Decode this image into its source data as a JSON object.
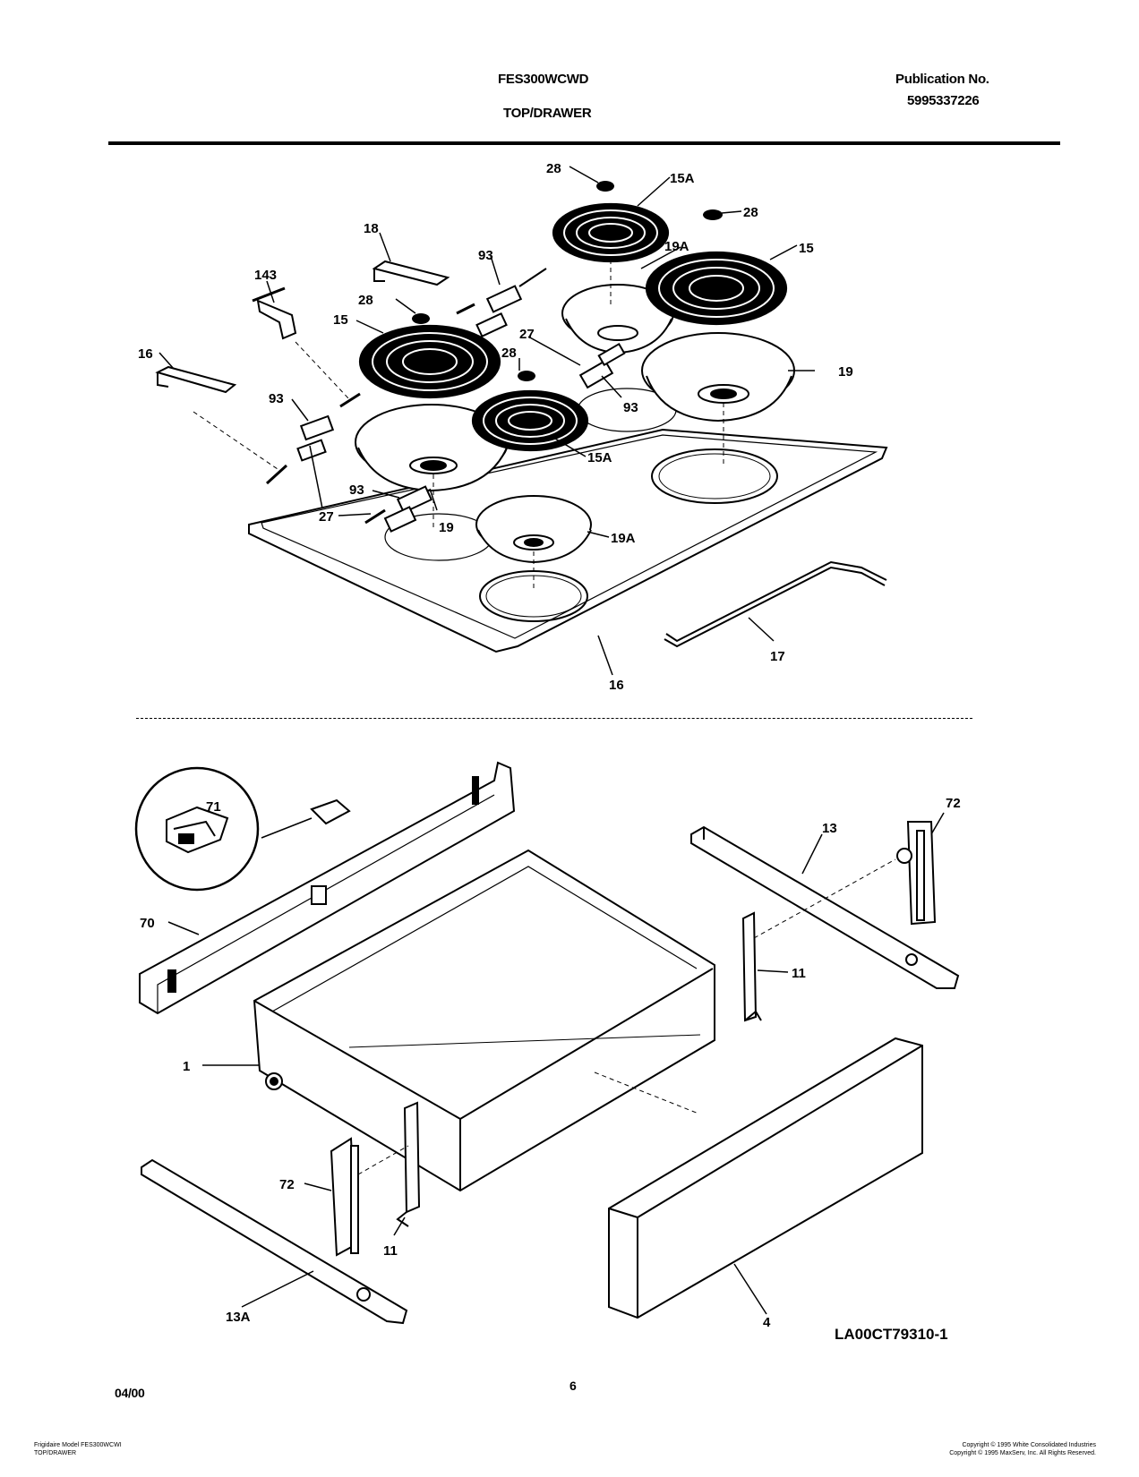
{
  "header": {
    "model": "FES300WCWD",
    "section": "TOP/DRAWER",
    "pub_label": "Publication No.",
    "pub_number": "5995337226"
  },
  "callouts": {
    "c28a": "28",
    "c15Aa": "15A",
    "c28b": "28",
    "c15a": "15",
    "c18": "18",
    "c93a": "93",
    "c19Aa": "19A",
    "c143": "143",
    "c28c": "28",
    "c15b": "15",
    "c27a": "27",
    "c16a": "16",
    "c28d": "28",
    "c19a": "19",
    "c93b": "93",
    "c93c": "93",
    "c15Ab": "15A",
    "c93d": "93",
    "c27b": "27",
    "c19b": "19",
    "c19Ab": "19A",
    "c17": "17",
    "c16b": "16",
    "c71": "71",
    "c72a": "72",
    "c13": "13",
    "c70": "70",
    "c11a": "11",
    "c1": "1",
    "c72b": "72",
    "c11b": "11",
    "c13A": "13A",
    "c4": "4"
  },
  "diagram_code": "LA00CT79310-1",
  "footer": {
    "date": "04/00",
    "page": "6",
    "left_line1": "Frigidaire Model FES300WCWI",
    "left_line2": "TOP/DRAWER",
    "right_line1": "Copyright © 1995 White Consolidated Industries",
    "right_line2": "Copyright © 1995 MaxServ, Inc.  All Rights Reserved."
  }
}
